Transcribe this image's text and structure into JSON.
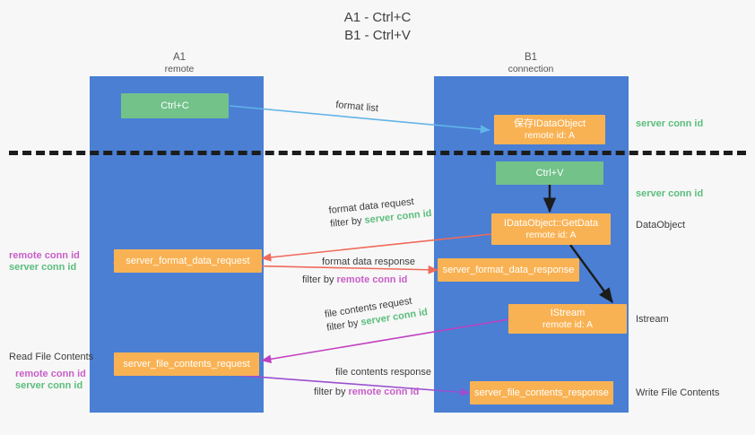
{
  "title": {
    "line1": "A1 - Ctrl+C",
    "line2": "B1 - Ctrl+V"
  },
  "columns": [
    {
      "name": "A1",
      "sub": "remote"
    },
    {
      "name": "B1",
      "sub": "connection"
    }
  ],
  "nodes": {
    "ctrl_c": {
      "line1": "Ctrl+C",
      "line2": ""
    },
    "save_dataobject": {
      "line1": "保存IDataObject",
      "line2": "remote id: A"
    },
    "ctrl_v": {
      "line1": "Ctrl+V",
      "line2": ""
    },
    "getdata": {
      "line1": "IDataObject::GetData",
      "line2": "remote id: A"
    },
    "format_data_request": {
      "line1": "server_format_data_request",
      "line2": ""
    },
    "format_data_response": {
      "line1": "server_format_data_response",
      "line2": ""
    },
    "istream": {
      "line1": "IStream",
      "line2": "remote id: A"
    },
    "file_contents_request": {
      "line1": "server_file_contents_request",
      "line2": ""
    },
    "file_contents_response": {
      "line1": "server_file_contents_response",
      "line2": ""
    }
  },
  "side_labels": {
    "server_conn_id_1": "server conn id",
    "server_conn_id_2": "server conn id",
    "dataobject": "DataObject",
    "istream": "Istream",
    "write_file_contents": "Write File Contents",
    "read_file_contents": "Read File Contents",
    "left_remote_1": "remote conn id",
    "left_server_1": "server conn id",
    "left_remote_2": "remote conn id",
    "left_server_2": "server conn id"
  },
  "edges": {
    "format_list": {
      "label": "format list"
    },
    "format_data_request": {
      "label": "format data request",
      "filter_prefix": "filter by ",
      "filter_value": "server conn id"
    },
    "format_data_response": {
      "label": "format data response",
      "filter_prefix": "filter by ",
      "filter_value": "remote conn id"
    },
    "file_contents_request": {
      "label": "file contents request",
      "filter_prefix": "filter by ",
      "filter_value": "server conn id"
    },
    "file_contents_response": {
      "label": "file contents response",
      "filter_prefix": "filter by ",
      "filter_value": "remote conn id"
    }
  },
  "colors": {
    "lane": "#4a7fd4",
    "green_node": "#72c28a",
    "orange_node": "#f9b253",
    "server_conn": "#5bbd7d",
    "remote_conn": "#c85ec8",
    "arrow_blue": "#63b4e8",
    "arrow_red": "#f06a5a",
    "arrow_magenta": "#c13fc1",
    "arrow_purple": "#9a4fd0",
    "arrow_black": "#1c1c1c",
    "divider": "#1c1c1c",
    "background": "#f7f7f7"
  }
}
